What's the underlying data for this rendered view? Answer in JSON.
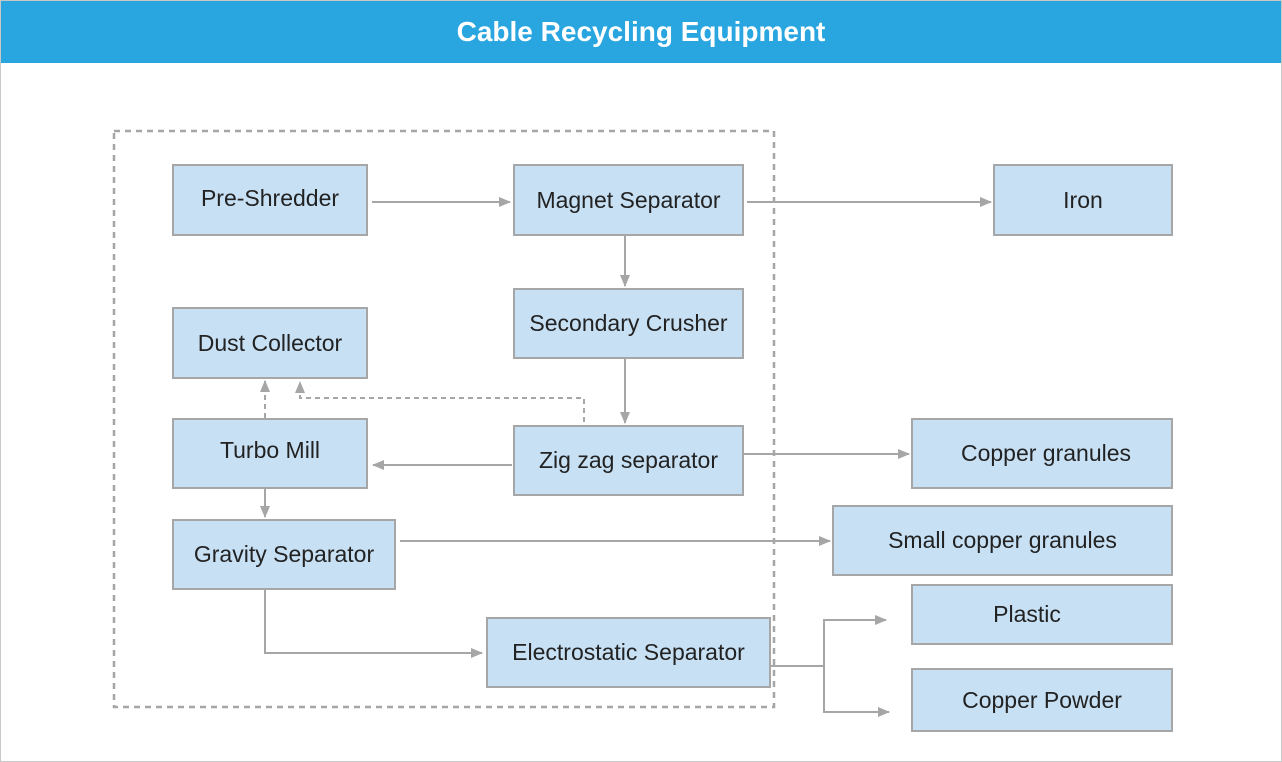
{
  "title": "Cable Recycling Equipment",
  "nodes": {
    "pre_shredder": "Pre-Shredder",
    "magnet_separator": "Magnet Separator",
    "iron": "Iron",
    "secondary_crusher": "Secondary Crusher",
    "dust_collector": "Dust Collector",
    "turbo_mill": "Turbo Mill",
    "zigzag_separator": "Zig zag separator",
    "copper_granules": "Copper granules",
    "gravity_separator": "Gravity Separator",
    "small_copper_granules": "Small copper granules",
    "electrostatic_separator": "Electrostatic Separator",
    "plastic": "Plastic",
    "copper_powder": "Copper Powder"
  },
  "colors": {
    "header": "#29a6e0",
    "box_fill": "#c7e0f4",
    "box_border": "#a6a6a6",
    "arrow": "#a6a6a6"
  }
}
